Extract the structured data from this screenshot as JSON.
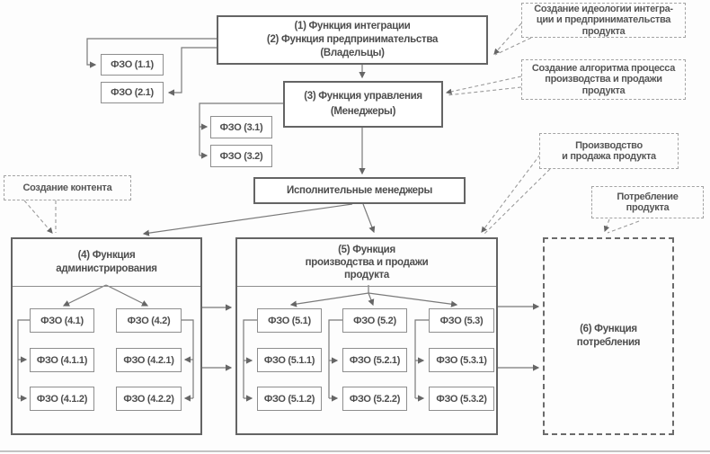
{
  "nodes": {
    "owners": "(1) Функция интеграции\n(2) Функция предпринимательства\n(Владельцы)",
    "managers": "(3) Функция управления\n(Менеджеры)",
    "exec": "Исполнительные менеджеры",
    "func4": "(4) Функция\nадминистрирования",
    "func5": "(5) Функция\nпроизводства и продажи\nпродукта",
    "func6": "(6) Функция\nпотребления"
  },
  "fzo": {
    "f1_1": "ФЗО (1.1)",
    "f2_1": "ФЗО (2.1)",
    "f3_1": "ФЗО (3.1)",
    "f3_2": "ФЗО (3.2)",
    "f4_1": "ФЗО (4.1)",
    "f4_2": "ФЗО (4.2)",
    "f4_1_1": "ФЗО (4.1.1)",
    "f4_2_1": "ФЗО (4.2.1)",
    "f4_1_2": "ФЗО (4.1.2)",
    "f4_2_2": "ФЗО (4.2.2)",
    "f5_1": "ФЗО (5.1)",
    "f5_2": "ФЗО (5.2)",
    "f5_3": "ФЗО (5.3)",
    "f5_1_1": "ФЗО (5.1.1)",
    "f5_2_1": "ФЗО (5.2.1)",
    "f5_3_1": "ФЗО (5.3.1)",
    "f5_1_2": "ФЗО (5.1.2)",
    "f5_2_2": "ФЗО (5.2.2)",
    "f5_3_2": "ФЗО (5.3.2)"
  },
  "callouts": {
    "ideology": "Создание идеологии интегра-\nции и предпринимательства\nпродукта",
    "algorithm": "Создание алгоритма процесса\nпроизводства и продажи\nпродукта",
    "content": "Создание контента",
    "production": "Производство\nи продажа продукта",
    "consumption": "Потребление\nпродукта"
  },
  "colors": {
    "line": "#7a7a7a",
    "arrow": "#666666",
    "border_major": "#646464",
    "border_minor": "#8e8e8e",
    "text": "#4d4d4d"
  }
}
